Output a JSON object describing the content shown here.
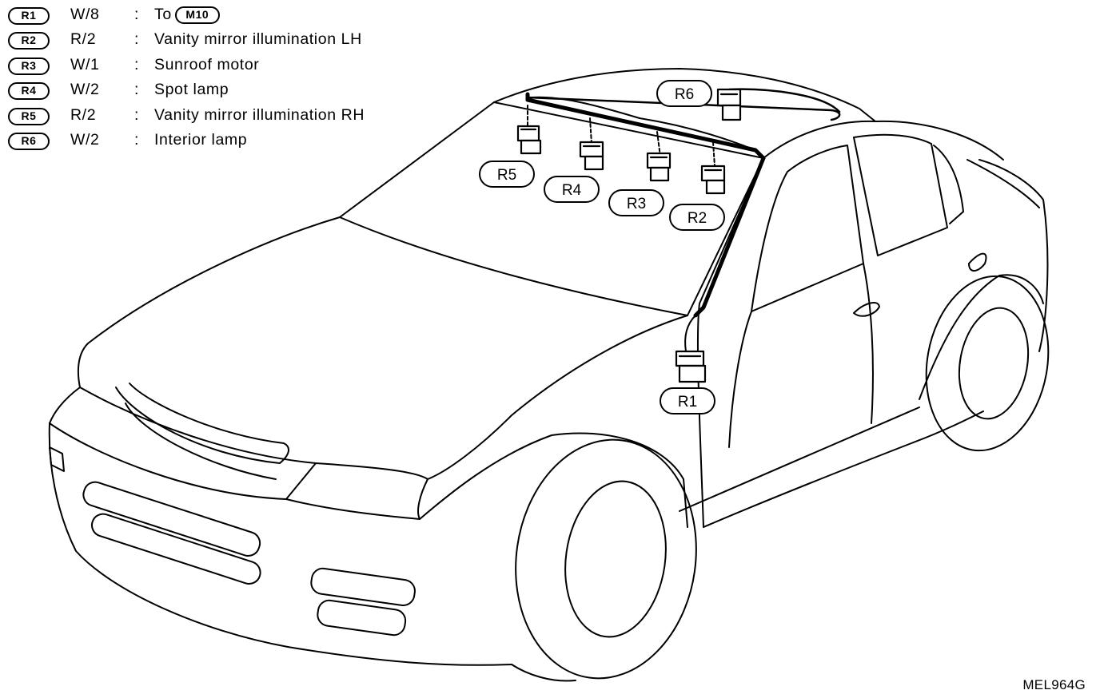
{
  "legend": [
    {
      "code": "R1",
      "wire": "W/8",
      "separator": ":",
      "description": "To",
      "ref_code": "M10"
    },
    {
      "code": "R2",
      "wire": "R/2",
      "separator": ":",
      "description": "Vanity mirror illumination LH"
    },
    {
      "code": "R3",
      "wire": "W/1",
      "separator": ":",
      "description": "Sunroof motor"
    },
    {
      "code": "R4",
      "wire": "W/2",
      "separator": ":",
      "description": "Spot lamp"
    },
    {
      "code": "R5",
      "wire": "R/2",
      "separator": ":",
      "description": "Vanity mirror illumination RH"
    },
    {
      "code": "R6",
      "wire": "W/2",
      "separator": ":",
      "description": "Interior lamp"
    }
  ],
  "connectors": [
    {
      "label": "R1"
    },
    {
      "label": "R2"
    },
    {
      "label": "R3"
    },
    {
      "label": "R4"
    },
    {
      "label": "R5"
    },
    {
      "label": "R6"
    }
  ],
  "figure_ref": "MEL964G"
}
